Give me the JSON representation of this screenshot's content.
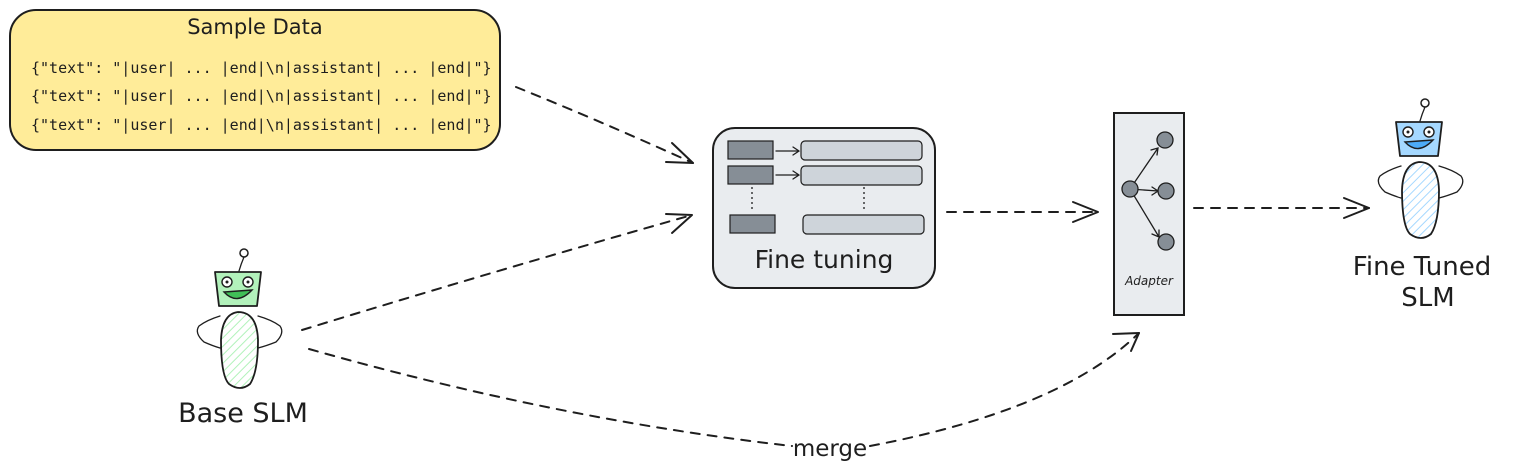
{
  "sample_data": {
    "title": "Sample Data",
    "lines": [
      "{\"text\": \"|user| ... |end|\\n|assistant| ... |end|\"}",
      "{\"text\": \"|user| ... |end|\\n|assistant| ... |end|\"}",
      "{\"text\": \"|user| ... |end|\\n|assistant| ... |end|\"}"
    ]
  },
  "fine_tuning": {
    "label": "Fine tuning"
  },
  "adapter": {
    "label": "Adapter"
  },
  "base_slm": {
    "label": "Base SLM"
  },
  "fine_tuned_slm": {
    "line1": "Fine Tuned",
    "line2": "SLM"
  },
  "merge": {
    "label": "merge"
  },
  "colors": {
    "sample_box_fill": "#ffec99",
    "process_box_fill": "#e9ecef",
    "dark_block": "#868e96",
    "light_bar": "#ced4da",
    "base_robot_hatch": "#b2f2bb",
    "tuned_robot_hatch": "#a5d8ff"
  }
}
